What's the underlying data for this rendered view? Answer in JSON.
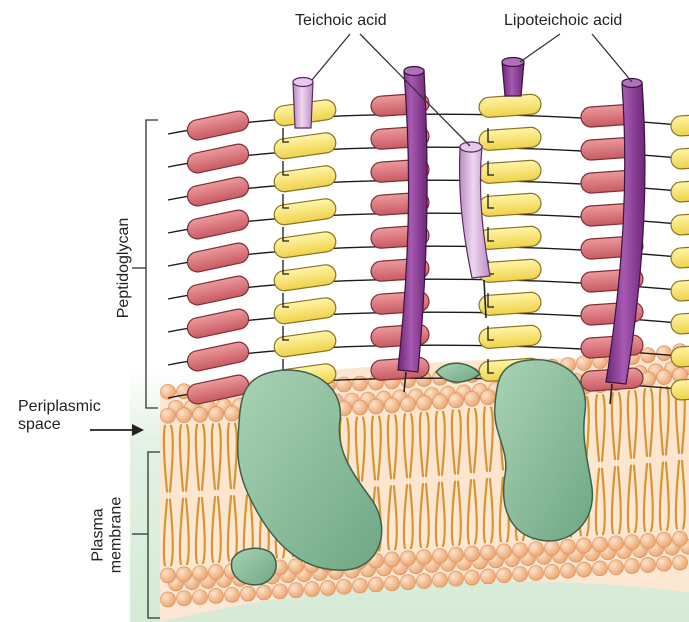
{
  "labels": {
    "teichoic_acid": "Teichoic acid",
    "lipoteichoic_acid": "Lipoteichoic acid",
    "peptidoglycan": "Peptidoglycan",
    "periplasmic_space_line1": "Periplasmic",
    "periplasmic_space_line2": "space",
    "plasma_membrane_line1": "Plasma",
    "plasma_membrane_line2": "membrane"
  },
  "colors": {
    "nam_red": "#d9737a",
    "nag_yellow": "#f7e36b",
    "teichoic_light": "#d9b3dd",
    "lipoteichoic_purple": "#8e3f98",
    "membrane_protein": "#8fbf9e",
    "phospholipid_head": "#f6c59a",
    "lipid_tail": "#e3a74a",
    "periplasm": "#dcefdc"
  }
}
